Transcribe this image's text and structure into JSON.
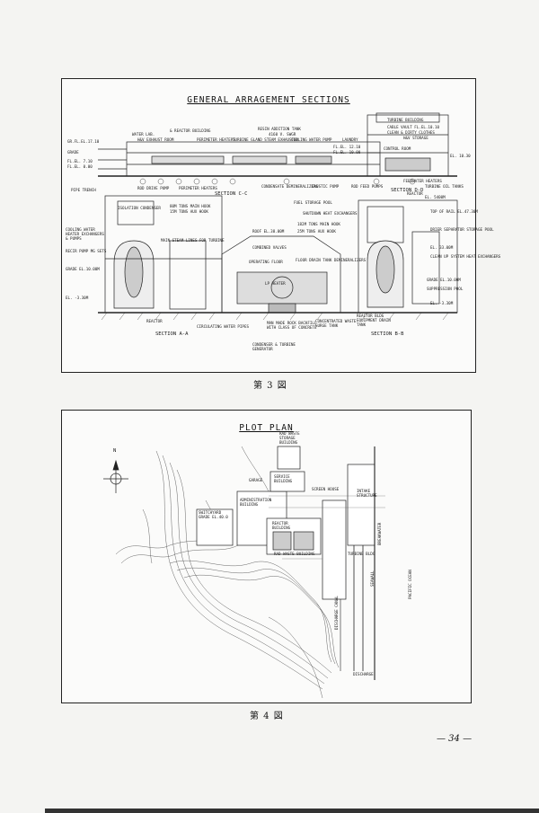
{
  "figure3": {
    "title": "GENERAL ARRAGEMENT SECTIONS",
    "caption": "第 3 図",
    "labels": {
      "water_lab": "WATER LAB.",
      "reactor_building": "& REACTOR BUILDING",
      "resin_addition_tank": "RESIN ADDITION TANK",
      "turbine_building": "TURBINE BUILDING",
      "hv_exhaust_room": "H&V EXHAUST ROOM",
      "perimeter_heaters_top": "PERIMETER HEATERS",
      "turbine_gland": "TURBINE GLAND STEAM EXHAUSTER",
      "gen_4160": "4160 V. SWGR",
      "cooling_water_pump": "COOLING WATER PUMP",
      "laundry": "LAUNDRY",
      "cable_vault": "CABLE VAULT FL.EL.10.10",
      "clean_dirty": "CLEAN & DIRTY CLOTHES",
      "hvac_storage": "H&V STORAGE",
      "control_room": "CONTROL ROOM",
      "gr_fl": "GR.FL.EL.17.10",
      "grade": "GRADE",
      "fl_el_1": "FL.EL. 7.10",
      "fl_el_2": "FL.EL. 0.00",
      "fl_el_3": "FL.EL. 12.10",
      "fl_el_4": "FL.EL. 10.00",
      "el_1030": "EL. 10.30",
      "pipe_trench": "PIPE TRENCH",
      "rod_drive_pump": "ROD DRIVE PUMP",
      "perimeter_heaters": "PERIMETER HEATERS",
      "condensate_demin": "CONDENSATE DEMINERALIZERS",
      "caustic_pump": "CAUSTIC PUMP",
      "rod_feed_pump": "ROD FEED PUMPS",
      "feedwater_heaters": "FEEDWATER HEATERS",
      "reactor_small": "REACTOR",
      "turbine_oil_tanks": "TURBINE OIL TANKS",
      "section_cc": "SECTION C-C",
      "section_dd": "SECTION D-D",
      "main_hook": "80M TONS MAIN HOOK",
      "aux_hook": "15M TONS AUX HOOK",
      "roof_el": "ROOF EL.38.00M",
      "el_5400": "EL. 5400M",
      "fuel_storage_pool": "FUEL STORAGE POOL",
      "isolation_condenser": "ISOLATION CONDENSER",
      "cooling_water_exchangers": "COOLING WATER HEATER EXCHANGERS & PUMPS",
      "shutdown_heat": "SHUTDOWN HEAT EXCHANGERS",
      "top_of_rail": "TOP OF RAIL EL.47.30M",
      "main_hook_182": "182M TONS MAIN HOOK",
      "aux_hook_25": "25M TONS AUX HOOK",
      "drier_sep": "DRIER SEPARATOR STORAGE POOL",
      "main_steam": "MAIN STEAM LINES FOR TURBINE",
      "combined_valves": "COMBINED VALVES",
      "operating_floor": "OPERATING FLOOR",
      "recirc_pump": "RECIR PUMP MG SETS",
      "floor_drain": "FLOOR DRAIN TANK DEMINERALIZERS",
      "el_3300": "EL. 33.00M",
      "clean_up": "CLEAN UP SYSTEM HEAT EXCHANGERS",
      "grade_10": "GRADE EL.10.00M",
      "lp_heater": "LP HEATER",
      "grade_1000": "GRADE EL.10.00M",
      "el_neg_330": "EL. -3.30M",
      "el_neg_330b": "EL. -3.30M",
      "suppression_pool": "SUPPRESSION POOL",
      "reactor_main": "REACTOR",
      "circulating_water_pipes": "CIRCULATING WATER PIPES",
      "man_made_rock": "MAN MADE ROCK BACKFILL WITH CLASS OF CONCRETE",
      "condenser_generator": "CONDENSER & TURBINE GENERATOR",
      "concentrated_waste": "CONCENTRATED WASTE SURGE TANK",
      "reactor_bldg_drain": "REACTOR BLDG EQUIPMENT DRAIN TANK",
      "section_aa": "SECTION A-A",
      "section_bb": "SECTION B-B"
    }
  },
  "figure4": {
    "title": "PLOT PLAN",
    "caption": "第 4 図",
    "labels": {
      "north": "N",
      "rad_waste": "RAD WASTE STORAGE BUILDING",
      "service_building": "SERVICE BUILDING",
      "garage": "GARAGE",
      "screening": "SCREEN HOUSE",
      "intake_structure": "INTAKE STRUCTURE",
      "administration": "ADMINISTRATION BUILDING",
      "switchyard": "SWITCHYARD GRADE EL.40.0",
      "reactor_bldg": "REACTOR BUILDING",
      "rad_waste_bldg": "RAD WASTE BUILDING",
      "turbine_bldg": "TURBINE BLDG",
      "discharge_canal": "DISCHARGE CANAL",
      "discharge": "DISCHARGE",
      "pacific_ocean": "PACIFIC OCEAN",
      "seawall": "SEAWALL",
      "breakwater": "BREAKWATER"
    }
  },
  "page": {
    "number": "— 34 —"
  }
}
